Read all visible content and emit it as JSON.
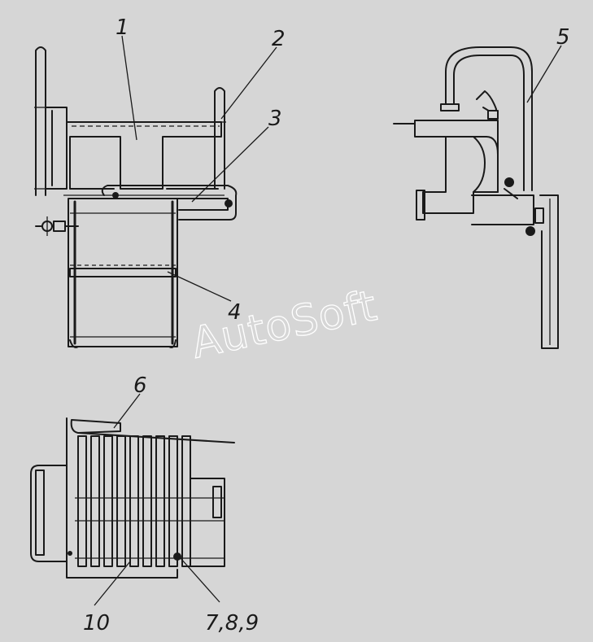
{
  "callouts": {
    "c1": "1",
    "c2": "2",
    "c3": "3",
    "c4": "4",
    "c5": "5",
    "c6": "6",
    "c10": "10",
    "c789": "7,8,9"
  },
  "watermark": "AutoSoft",
  "colors": {
    "background": "#d6d6d6",
    "line": "#1a1a1a",
    "watermark": "#ffffff"
  }
}
